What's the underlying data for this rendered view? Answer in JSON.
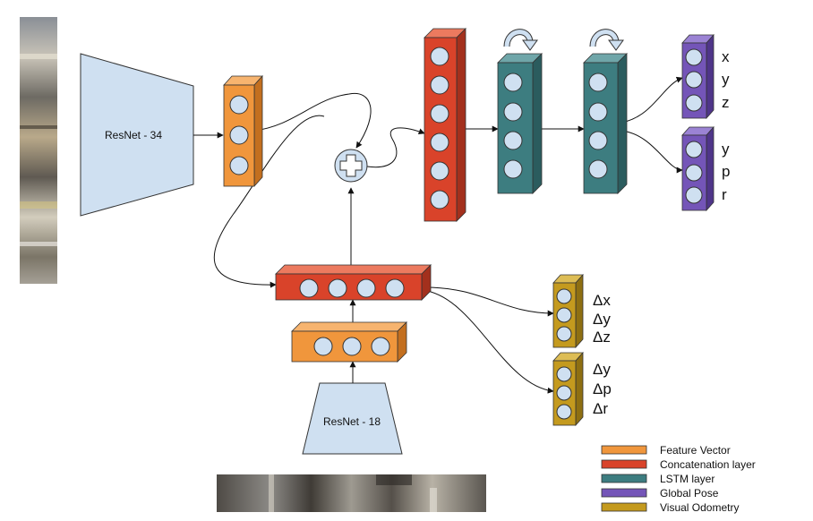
{
  "encoders": {
    "resnet34_label": "ResNet - 34",
    "resnet18_label": "ResNet - 18"
  },
  "outputs": {
    "position": [
      "x",
      "y",
      "z"
    ],
    "orientation": [
      "y",
      "p",
      "r"
    ],
    "delta_position": [
      "Δx",
      "Δy",
      "Δz"
    ],
    "delta_orientation": [
      "Δy",
      "Δp",
      "Δr"
    ]
  },
  "legend": [
    {
      "label": "Feature Vector",
      "color": "#f0963c"
    },
    {
      "label": "Concatenation layer",
      "color": "#d9432a"
    },
    {
      "label": "LSTM layer",
      "color": "#3d7d80"
    },
    {
      "label": "Global Pose",
      "color": "#7455b8"
    },
    {
      "label": "Visual Odometry",
      "color": "#c49a1e"
    }
  ],
  "colors": {
    "feature": "#f0963c",
    "concat": "#d9432a",
    "lstm": "#3d7d80",
    "pose": "#7455b8",
    "odometry": "#c49a1e",
    "encoder": "#cfe0f1"
  },
  "icons": {
    "add_node": "plus-icon",
    "recurrence": "recurrent-arrow-icon",
    "panorama_vertical": "panorama-image",
    "panorama_horizontal": "panorama-image"
  }
}
